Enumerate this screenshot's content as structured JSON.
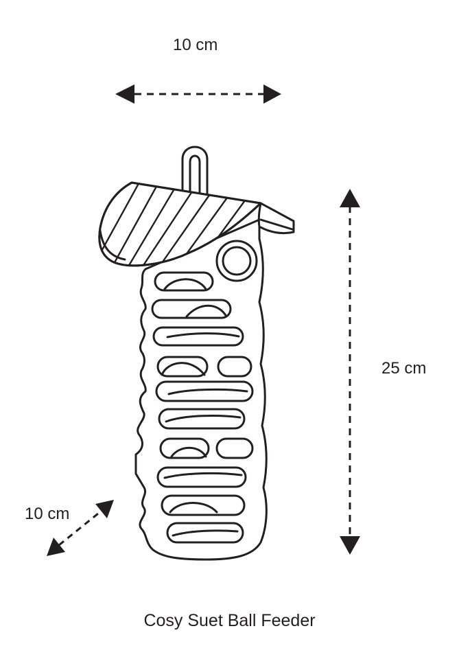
{
  "dimensions": {
    "width_label": "10 cm",
    "height_label": "25 cm",
    "depth_label": "10 cm"
  },
  "caption": "Cosy Suet Ball Feeder",
  "colors": {
    "line": "#231f20",
    "background": "#ffffff"
  }
}
